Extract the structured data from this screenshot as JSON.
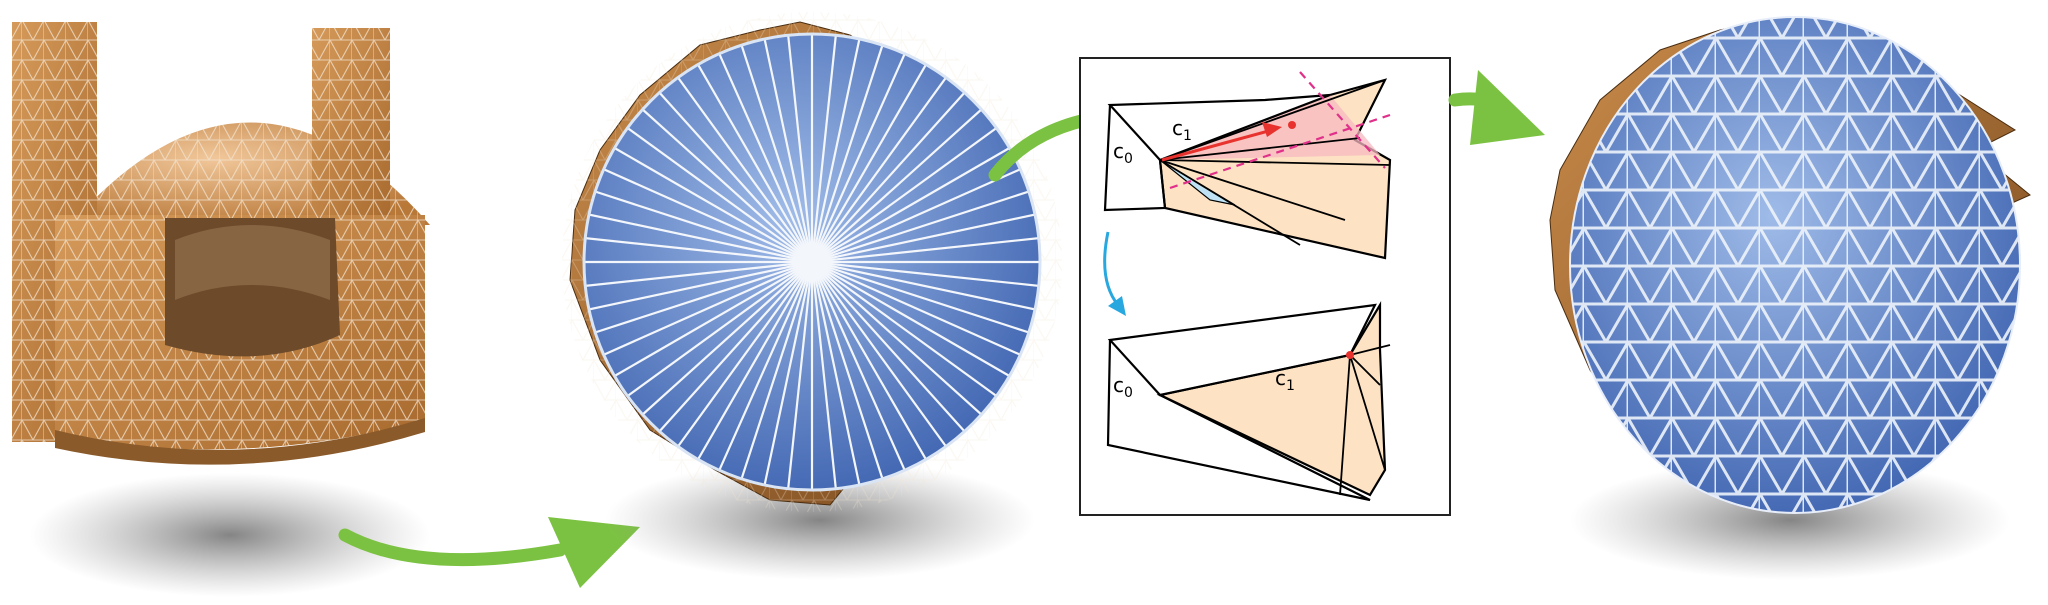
{
  "figure": {
    "inset_labels": {
      "top_c0": "c",
      "top_c0_sub": "0",
      "top_c1": "c",
      "top_c1_sub": "1",
      "bottom_c0": "c",
      "bottom_c0_sub": "0",
      "bottom_c1": "c",
      "bottom_c1_sub": "1"
    },
    "colors": {
      "mesh_orange": "#c98b4a",
      "mesh_blue": "#5f86c8",
      "arrow_green": "#7cc242",
      "arrow_blue": "#29a8e0",
      "ray_red": "#e8322e",
      "dashed_magenta": "#e0308a",
      "fill_peach": "#fde3c4",
      "fill_pink": "#f6b8c0"
    },
    "icons": [
      "green-arrow",
      "blue-curved-arrow",
      "red-ray-arrow"
    ]
  }
}
